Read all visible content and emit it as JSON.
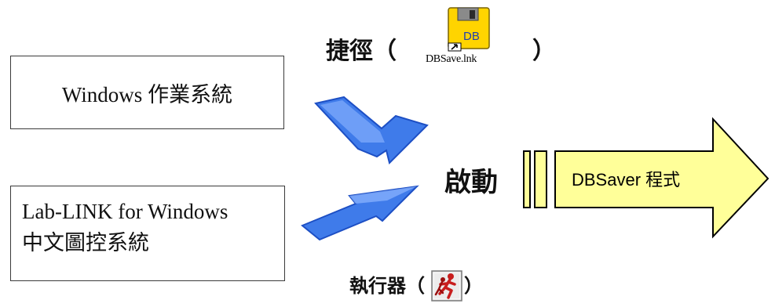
{
  "left_boxes": {
    "windows_label": "Windows 作業系統",
    "lablink_line1": "Lab-LINK for Windows",
    "lablink_line2": "中文圖控系統"
  },
  "shortcut": {
    "label": "捷徑（",
    "close": "）",
    "icon_name": "floppy-disk-db-shortcut-icon",
    "icon_text": "DB",
    "file_name": "DBSave.lnk"
  },
  "launch": {
    "label": "啟動"
  },
  "target": {
    "label": "DBSaver 程式"
  },
  "executor": {
    "label": "執行器（",
    "close": "）",
    "icon_name": "running-figure-executor-icon"
  },
  "colors": {
    "arrow_blue": "#3f7bea",
    "arrow_blue_dark": "#1d4fc4",
    "arrow_blue_light": "#8eb6ff",
    "big_arrow_fill": "#ffff99",
    "floppy_yellow": "#ffd400",
    "executor_red": "#c81e1e"
  }
}
